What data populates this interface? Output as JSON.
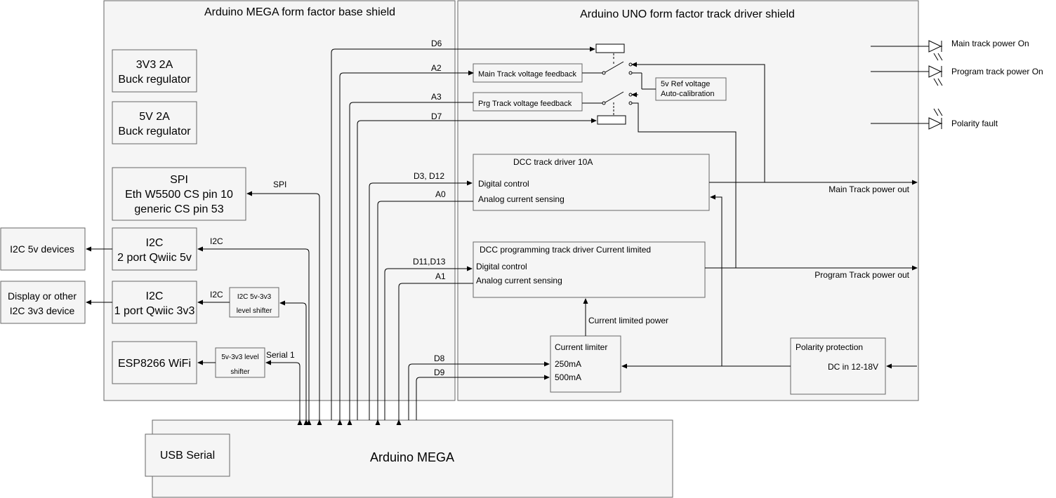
{
  "shields": {
    "mega_title": "Arduino MEGA form factor base shield",
    "uno_title": "Arduino UNO form factor track driver shield"
  },
  "blocks": {
    "reg3v3": [
      "3V3 2A",
      "Buck regulator"
    ],
    "reg5v": [
      "5V 2A",
      "Buck regulator"
    ],
    "spi": [
      "SPI",
      "Eth W5500 CS pin 10",
      "generic CS pin 53"
    ],
    "i2c5v": [
      "I2C",
      "2 port Qwiic 5v"
    ],
    "i2c3v3": [
      "I2C",
      "1 port Qwiic 3v3"
    ],
    "esp": "ESP8266 WiFi",
    "i2c_shifter": [
      "I2C 5v-3v3",
      "level shifter"
    ],
    "serial_shifter": [
      "5v-3v3 level",
      "shifter"
    ],
    "ext_i2c5v": "I2C 5v devices",
    "ext_display": [
      "Display or other",
      "I2C 3v3 device"
    ],
    "mega": "Arduino MEGA",
    "usb": "USB Serial",
    "main_fb": "Main Track voltage feedback",
    "prg_fb": "Prg Track voltage feedback",
    "ref": [
      "5v Ref voltage",
      "Auto-calibration"
    ],
    "dcc_main": {
      "title": "DCC track driver 10A",
      "digital": "Digital control",
      "analog": "Analog current sensing"
    },
    "dcc_prog": {
      "title": "DCC programming track driver Current limited",
      "digital": "Digital control",
      "analog": "Analog current sensing"
    },
    "limiter": {
      "title": "Current limiter",
      "opt1": "250mA",
      "opt2": "500mA"
    },
    "polarity": {
      "title": "Polarity protection",
      "dc": "DC in 12-18V"
    }
  },
  "signals": {
    "d6": "D6",
    "a2": "A2",
    "a3": "A3",
    "d7": "D7",
    "d3d12": "D3, D12",
    "a0": "A0",
    "d11d13": "D11,D13",
    "a1": "A1",
    "d8": "D8",
    "d9": "D9",
    "spi": "SPI",
    "i2c_a": "I2C",
    "i2c_b": "I2C",
    "serial1": "Serial 1",
    "current_limited_power": "Current limited power",
    "main_out": "Main Track power out",
    "prog_out": "Program Track power out"
  },
  "leds": {
    "main_on": "Main track power On",
    "prog_on": "Program track power On",
    "fault": "Polarity fault"
  }
}
